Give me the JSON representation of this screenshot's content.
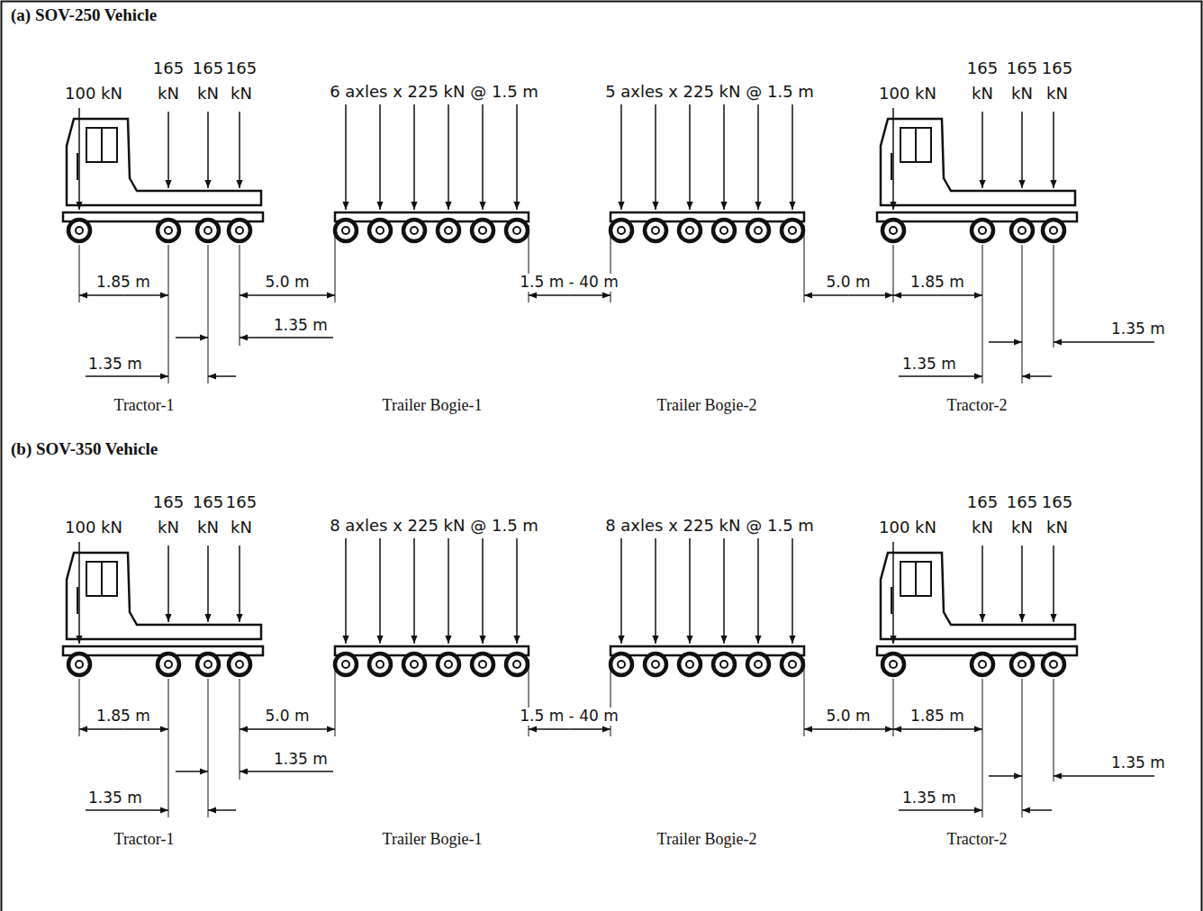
{
  "diagram": {
    "labels": [
      "(a) SOV-250 Vehicle",
      "100 kN",
      "165 kN",
      "165 kN",
      "165 kN",
      "6 axles x 225 kN @ 1.5 m",
      "5 axles x 225 kN @ 1.5 m",
      "100 kN",
      "165 kN",
      "165 kN",
      "165 kN",
      "1.85 m",
      "5.0 m",
      "1.35 m",
      "1.35 m",
      "1.5 m - 40 m",
      "5.0 m",
      "1.85 m",
      "1.35 m",
      "1.35 m",
      "Tractor-1",
      "Trailer Bogie-1",
      "Trailer Bogie-2",
      "Tractor-2",
      "(b) SOV-350 Vehicle",
      "100 kN",
      "165 kN",
      "165 kN",
      "165 kN",
      "8 axles x 225 kN @ 1.5 m",
      "8 axles x 225 kN @ 1.5 m",
      "100 kN",
      "165 kN",
      "165 kN",
      "165 kN",
      "1.85 m",
      "5.0 m",
      "1.35 m",
      "1.35 m",
      "1.5 m - 40 m",
      "5.0 m",
      "1.85 m",
      "1.35 m",
      "1.35 m",
      "Tractor-1",
      "Trailer Bogie-1",
      "Trailer Bogie-2",
      "Tractor-2"
    ]
  }
}
